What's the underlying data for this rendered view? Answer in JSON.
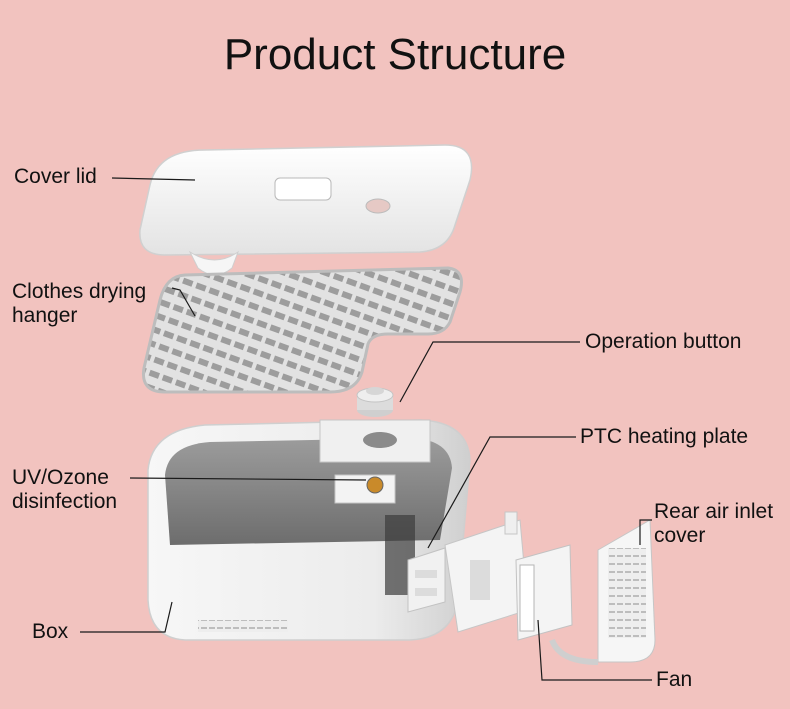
{
  "title": "Product Structure",
  "labels": {
    "cover_lid": [
      "Cover lid"
    ],
    "clothes_drying_hanger": [
      "Clothes drying",
      "hanger"
    ],
    "operation_button": [
      "Operation button"
    ],
    "ptc_heating_plate": [
      "PTC heating plate"
    ],
    "uv_ozone": [
      "UV/Ozone",
      "disinfection"
    ],
    "rear_air_inlet_cover": [
      "Rear air inlet",
      "cover"
    ],
    "box": [
      "Box"
    ],
    "fan": [
      "Fan"
    ]
  },
  "colors": {
    "background": "#f2c3bf",
    "part_white": "#f4f4f4",
    "part_shadow": "#c9c9c9",
    "leader_line": "#1a1a1a",
    "rack_grey": "#d7d7d7"
  }
}
